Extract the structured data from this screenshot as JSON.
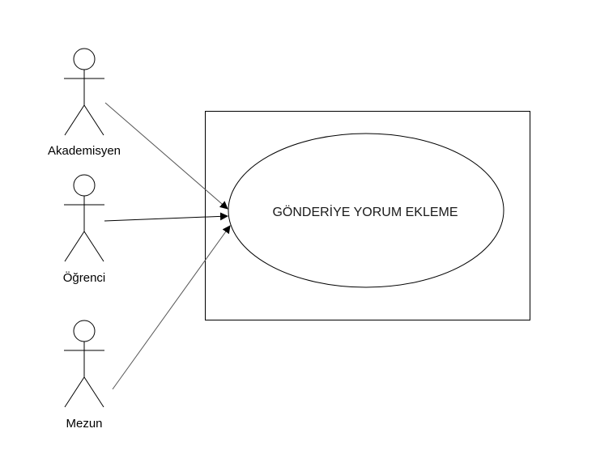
{
  "diagram": {
    "type": "use-case",
    "system_boundary": {
      "label": ""
    },
    "use_case": {
      "label": "GÖNDERİYE YORUM EKLEME"
    },
    "actors": [
      {
        "id": "akademisyen",
        "label": "Akademisyen"
      },
      {
        "id": "ogrenci",
        "label": "Öğrenci"
      },
      {
        "id": "mezun",
        "label": "Mezun"
      }
    ],
    "associations": [
      {
        "from": "akademisyen",
        "to": "use_case",
        "arrow": "open"
      },
      {
        "from": "ogrenci",
        "to": "use_case",
        "arrow": "open"
      },
      {
        "from": "mezun",
        "to": "use_case",
        "arrow": "open"
      }
    ],
    "colors": {
      "stroke": "#000000",
      "line": "#555555",
      "background": "#ffffff"
    }
  }
}
